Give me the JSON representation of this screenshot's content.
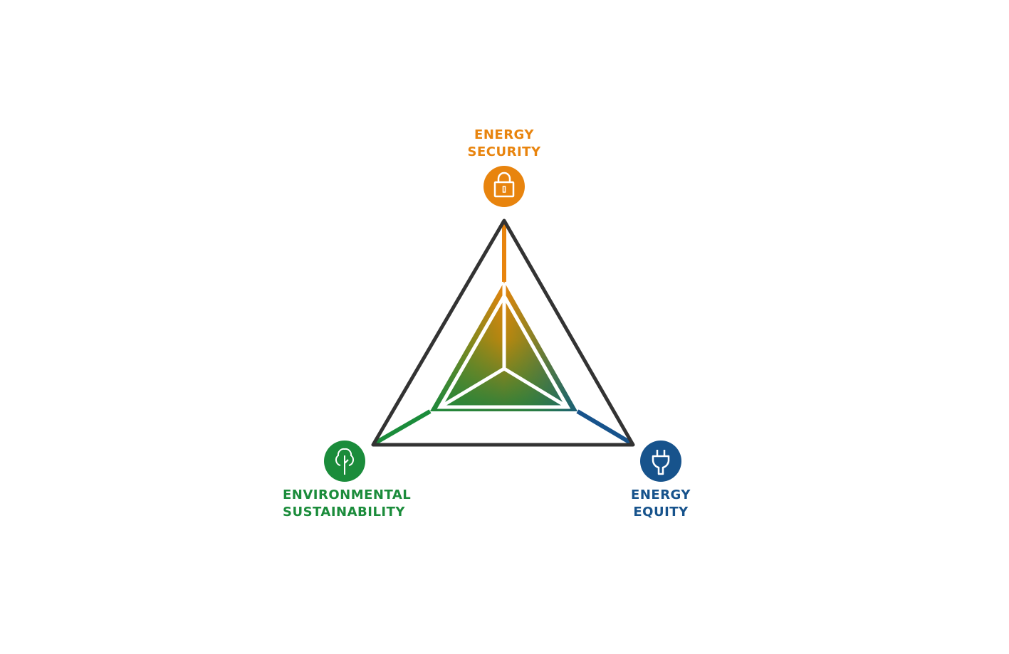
{
  "pillars": {
    "security": {
      "line1": "ENERGY",
      "line2": "SECURITY",
      "icon": "padlock-icon",
      "color": "#E8840E"
    },
    "environment": {
      "line1": "ENVIRONMENTAL",
      "line2": "SUSTAINABILITY",
      "icon": "tree-icon",
      "color": "#1B8C3B"
    },
    "equity": {
      "line1": "ENERGY",
      "line2": "EQUITY",
      "icon": "plug-icon",
      "color": "#17538C"
    }
  },
  "outline_color": "#333333"
}
